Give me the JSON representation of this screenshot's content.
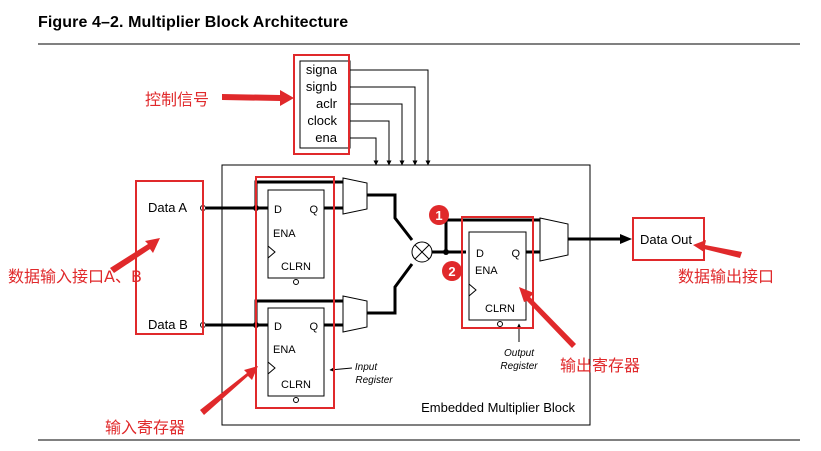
{
  "figure_title": "Figure 4–2. Multiplier Block Architecture",
  "control_signals": [
    "signa",
    "signb",
    "aclr",
    "clock",
    "ena"
  ],
  "inputs": {
    "a": "Data A",
    "b": "Data B"
  },
  "output": "Data Out",
  "register_pins": {
    "d": "D",
    "q": "Q",
    "ena": "ENA",
    "clrn": "CLRN"
  },
  "input_register_label": [
    "Input",
    "Register"
  ],
  "output_register_label": [
    "Output",
    "Register"
  ],
  "block_label": "Embedded Multiplier Block",
  "markers": [
    "1",
    "2"
  ],
  "annotations": {
    "control": "控制信号",
    "data_in": "数据输入接口A、B",
    "data_out": "数据输出接口",
    "input_reg": "输入寄存器",
    "output_reg": "输出寄存器"
  },
  "colors": {
    "annotation": "#e0292b",
    "line": "#000000"
  }
}
